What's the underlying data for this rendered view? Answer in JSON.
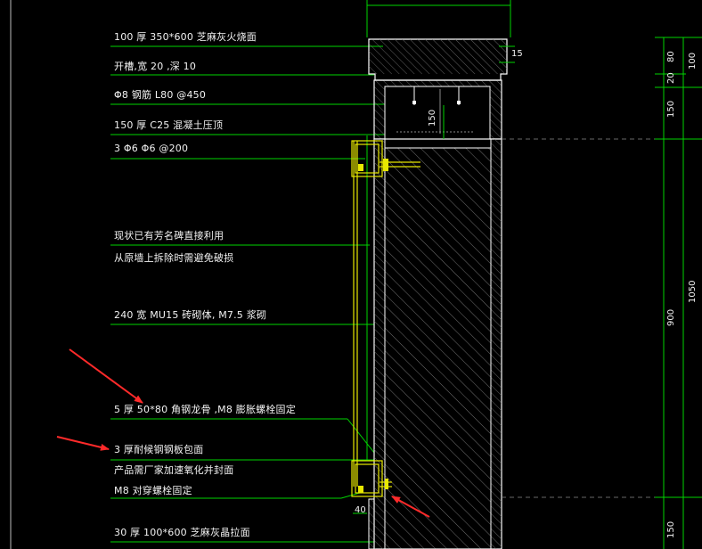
{
  "notes": [
    {
      "key": "n1",
      "text": "100 厚 350*600 芝麻灰火烧面"
    },
    {
      "key": "n2",
      "text": "开槽,宽        20 ,深    10"
    },
    {
      "key": "n3",
      "text": "Φ8 钢筋     L80 @450"
    },
    {
      "key": "n4",
      "text": "150 厚 C25 混凝土压顶"
    },
    {
      "key": "n5",
      "text": "3 Φ6    Φ6 @200"
    },
    {
      "key": "n6",
      "text": "现状已有芳名碑直接利用"
    },
    {
      "key": "n7",
      "text": "从原墙上拆除时需避免破损"
    },
    {
      "key": "n8",
      "text": "240 宽  MU15 砖砌体,          M7.5 浆砌"
    },
    {
      "key": "n9",
      "text": "5 厚 50*80  角钢龙骨          ,M8 膨胀螺栓固定"
    },
    {
      "key": "n10",
      "text": "3 厚耐候钢钢板包面"
    },
    {
      "key": "n11",
      "text": "产品需厂家加速氧化并封面"
    },
    {
      "key": "n12",
      "text": "M8 对穿螺栓固定"
    },
    {
      "key": "n13",
      "text": "30 厚  100*600  芝麻灰晶拉面"
    }
  ],
  "dimensions": {
    "d15": "15",
    "d150_inner": "150",
    "d40": "40",
    "r80": "80",
    "r20": "20",
    "r150_top": "150",
    "r900": "900",
    "r150_bottom": "150",
    "r100": "100",
    "r1050": "1050"
  },
  "colors": {
    "background": "#000000",
    "leader_green": "#00d400",
    "outline_white": "#ffffff",
    "hatch_gray": "#8a8a8a",
    "steel_yellow": "#e8e800",
    "arrow_red": "#ff2a2a"
  }
}
